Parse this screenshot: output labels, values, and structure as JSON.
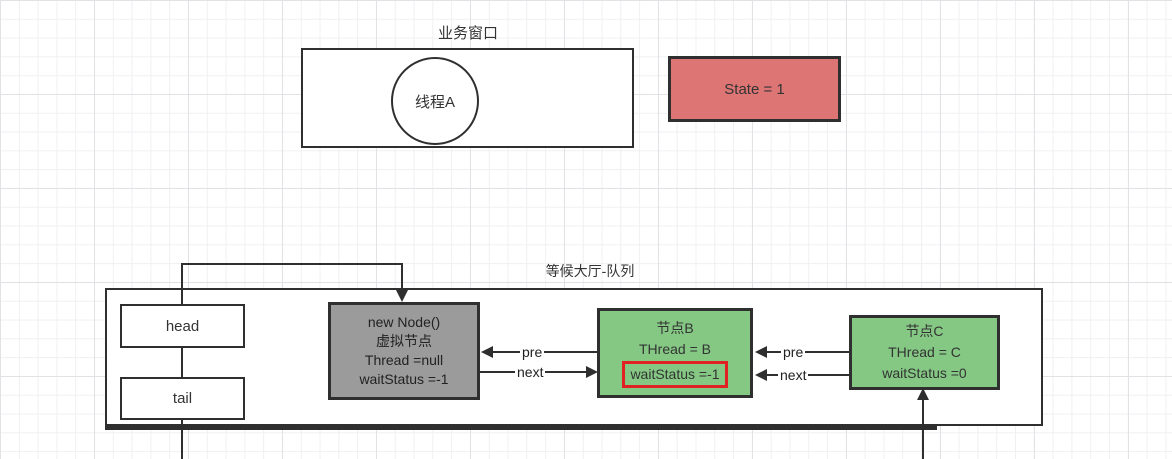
{
  "business_window": {
    "title": "业务窗口",
    "thread_label": "线程A"
  },
  "state_box": {
    "label": "State = 1"
  },
  "queue": {
    "title": "等候大厅-队列",
    "head_label": "head",
    "tail_label": "tail",
    "virtual_node": {
      "line1": "new Node()",
      "line2": "虚拟节点",
      "line3": "Thread =null",
      "line4": "waitStatus =-1"
    },
    "node_b": {
      "title": "节点B",
      "thread": "THread = B",
      "wait_status": "waitStatus =-1"
    },
    "node_c": {
      "title": "节点C",
      "thread": "THread = C",
      "wait_status": "waitStatus =0"
    },
    "edges": {
      "pre1_label": "pre",
      "next1_label": "next",
      "pre2_label": "pre",
      "next2_label": "next"
    }
  },
  "colors": {
    "node_green": "#84c884",
    "node_gray": "#9b9b9b",
    "state_red": "#de7575",
    "highlight_red": "#e02222",
    "line_dark": "#2f2f2f",
    "grid_light": "#f0f0f3"
  }
}
